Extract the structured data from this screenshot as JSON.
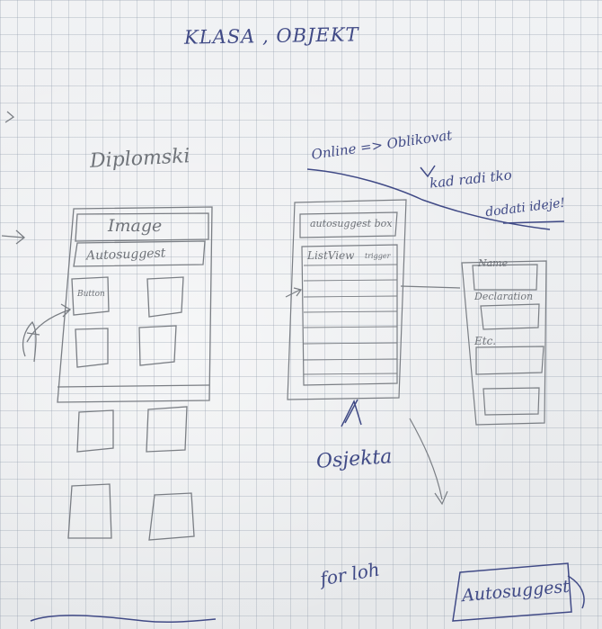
{
  "title": "KLASA , OBJEKT",
  "left_sketch": {
    "heading": "Diplomski",
    "image_label": "Image",
    "autosuggest_label": "Autosuggest",
    "button_label": "Button"
  },
  "middle_sketch": {
    "autosuggest_box": "autosuggest box",
    "listview_label": "ListView",
    "trigger_label": "trigger",
    "caption": "Osjekta"
  },
  "right_form": {
    "field_1": "Name",
    "field_2": "Declaration",
    "field_3": "Etc."
  },
  "notes": {
    "online_line": "Online => Oblikovat",
    "note_line_1": "kad radi tko",
    "note_line_2": "dodati ideje!",
    "bottom_note": "for loh",
    "boxed_word": "Autosuggest"
  },
  "colors": {
    "paper": "#eceef0",
    "grid": "#9aa3b0",
    "ink": "#404a86",
    "pencil": "#6f7379"
  }
}
